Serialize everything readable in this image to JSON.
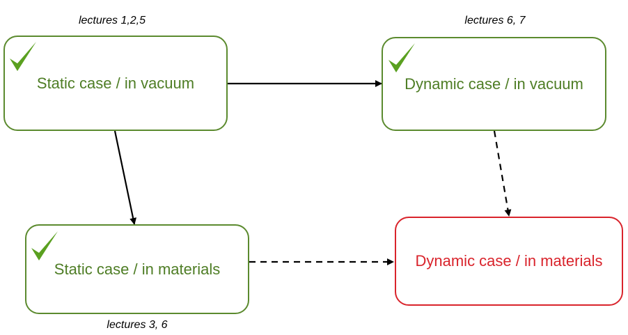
{
  "nodes": {
    "static_vacuum": {
      "label": "Static case / in vacuum",
      "lectures": "lectures 1,2,5",
      "checked": true
    },
    "dynamic_vacuum": {
      "label": "Dynamic case / in vacuum",
      "lectures": "lectures 6, 7",
      "checked": true
    },
    "static_materials": {
      "label": "Static case / in materials",
      "lectures": "lectures 3, 6",
      "checked": true
    },
    "dynamic_materials": {
      "label": "Dynamic case / in materials",
      "checked": false
    }
  },
  "edges": [
    {
      "from": "static_vacuum",
      "to": "dynamic_vacuum",
      "style": "solid"
    },
    {
      "from": "static_vacuum",
      "to": "static_materials",
      "style": "solid"
    },
    {
      "from": "dynamic_vacuum",
      "to": "dynamic_materials",
      "style": "dashed"
    },
    {
      "from": "static_materials",
      "to": "dynamic_materials",
      "style": "dashed"
    }
  ],
  "colors": {
    "completed_border": "#5b8a2e",
    "completed_text": "#4e7d25",
    "checkmark": "#5aa020",
    "pending": "#d9232b",
    "arrow": "#000000"
  },
  "icons": {
    "done": "checkmark-icon"
  }
}
